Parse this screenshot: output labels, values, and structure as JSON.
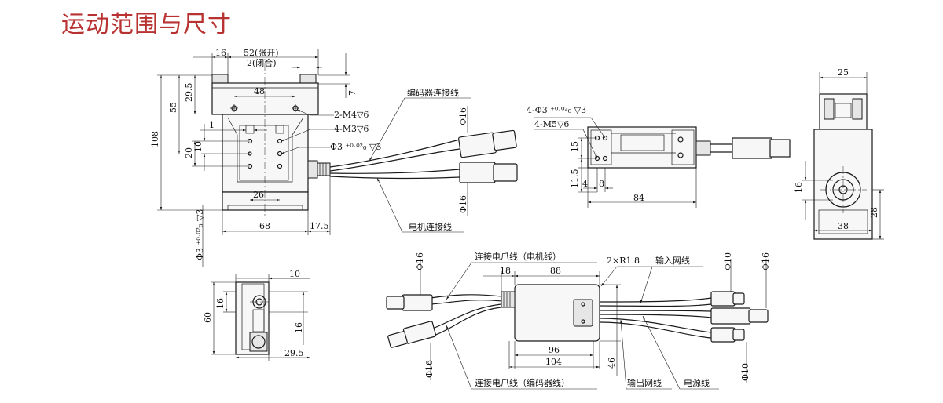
{
  "title": "运动范围与尺寸",
  "colors": {
    "title": "#b83232",
    "line": "#1a1a1a"
  },
  "front_view": {
    "dims": {
      "d16": "16",
      "d52": "52(张开)",
      "d2": "2(闭合)",
      "d29_5": "29.5",
      "d48": "48",
      "d7": "7",
      "d55": "55",
      "d108": "108",
      "d20": "20",
      "d10": "10",
      "d1": "1",
      "d26": "26",
      "d68": "68",
      "d17_5": "17.5",
      "phi3_bottom": "Φ3 ⁺⁰·⁰²₀ ▽3"
    },
    "callouts": {
      "m4": "2-M4▽6",
      "m3": "4-M3▽6",
      "phi3": "Φ3 ⁺⁰·⁰²₀ ▽3"
    },
    "cables": {
      "encoder": "编码器连接线",
      "motor": "电机连接线",
      "phi16_top": "Φ16",
      "phi16_bottom": "Φ16"
    }
  },
  "side_view": {
    "dims": {
      "phi3": "4-Φ3 ⁺⁰·⁰²₀ ▽3",
      "m5": "4-M5▽6",
      "d15": "15",
      "d11_5": "11.5",
      "d4": "4",
      "d8": "8",
      "d84": "84"
    }
  },
  "end_view": {
    "dims": {
      "d25": "25",
      "d16": "16",
      "d28": "28",
      "d38": "38"
    }
  },
  "top_view": {
    "dims": {
      "d10": "10",
      "d16a": "16",
      "d60": "60",
      "d16b": "16",
      "d29_5": "29.5"
    }
  },
  "controller": {
    "dims": {
      "d18": "18",
      "d88": "88",
      "r": "2×R1.8",
      "d96": "96",
      "d104": "104",
      "d46": "46",
      "phi16_left_top": "Φ16",
      "phi16_left_bottom": "Φ16",
      "phi10_top": "Φ10",
      "phi16_right": "Φ16",
      "phi10_bottom": "Φ10"
    },
    "labels": {
      "motor_cable": "连接电爪线（电机线）",
      "input_net": "输入网线",
      "encoder_cable": "连接电爪线（编码器线）",
      "output_net": "输出网线",
      "power": "电源线"
    }
  }
}
